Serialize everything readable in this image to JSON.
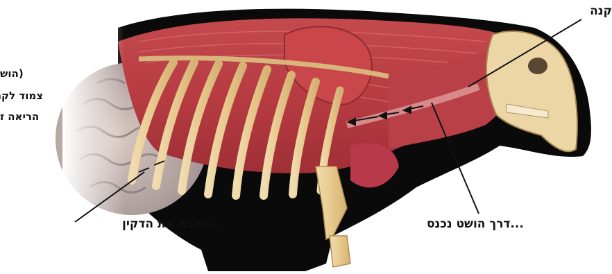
{
  "labels": {
    "trachea": "קנה",
    "side_line_1": "(הוש",
    "side_line_2": "צמוד לקנ",
    "side_line_3": "הריאה ז",
    "pierce_diaphragm": "...ונקבה את הדקין",
    "skewer_enters": "...דרך הושט נכנס"
  }
}
